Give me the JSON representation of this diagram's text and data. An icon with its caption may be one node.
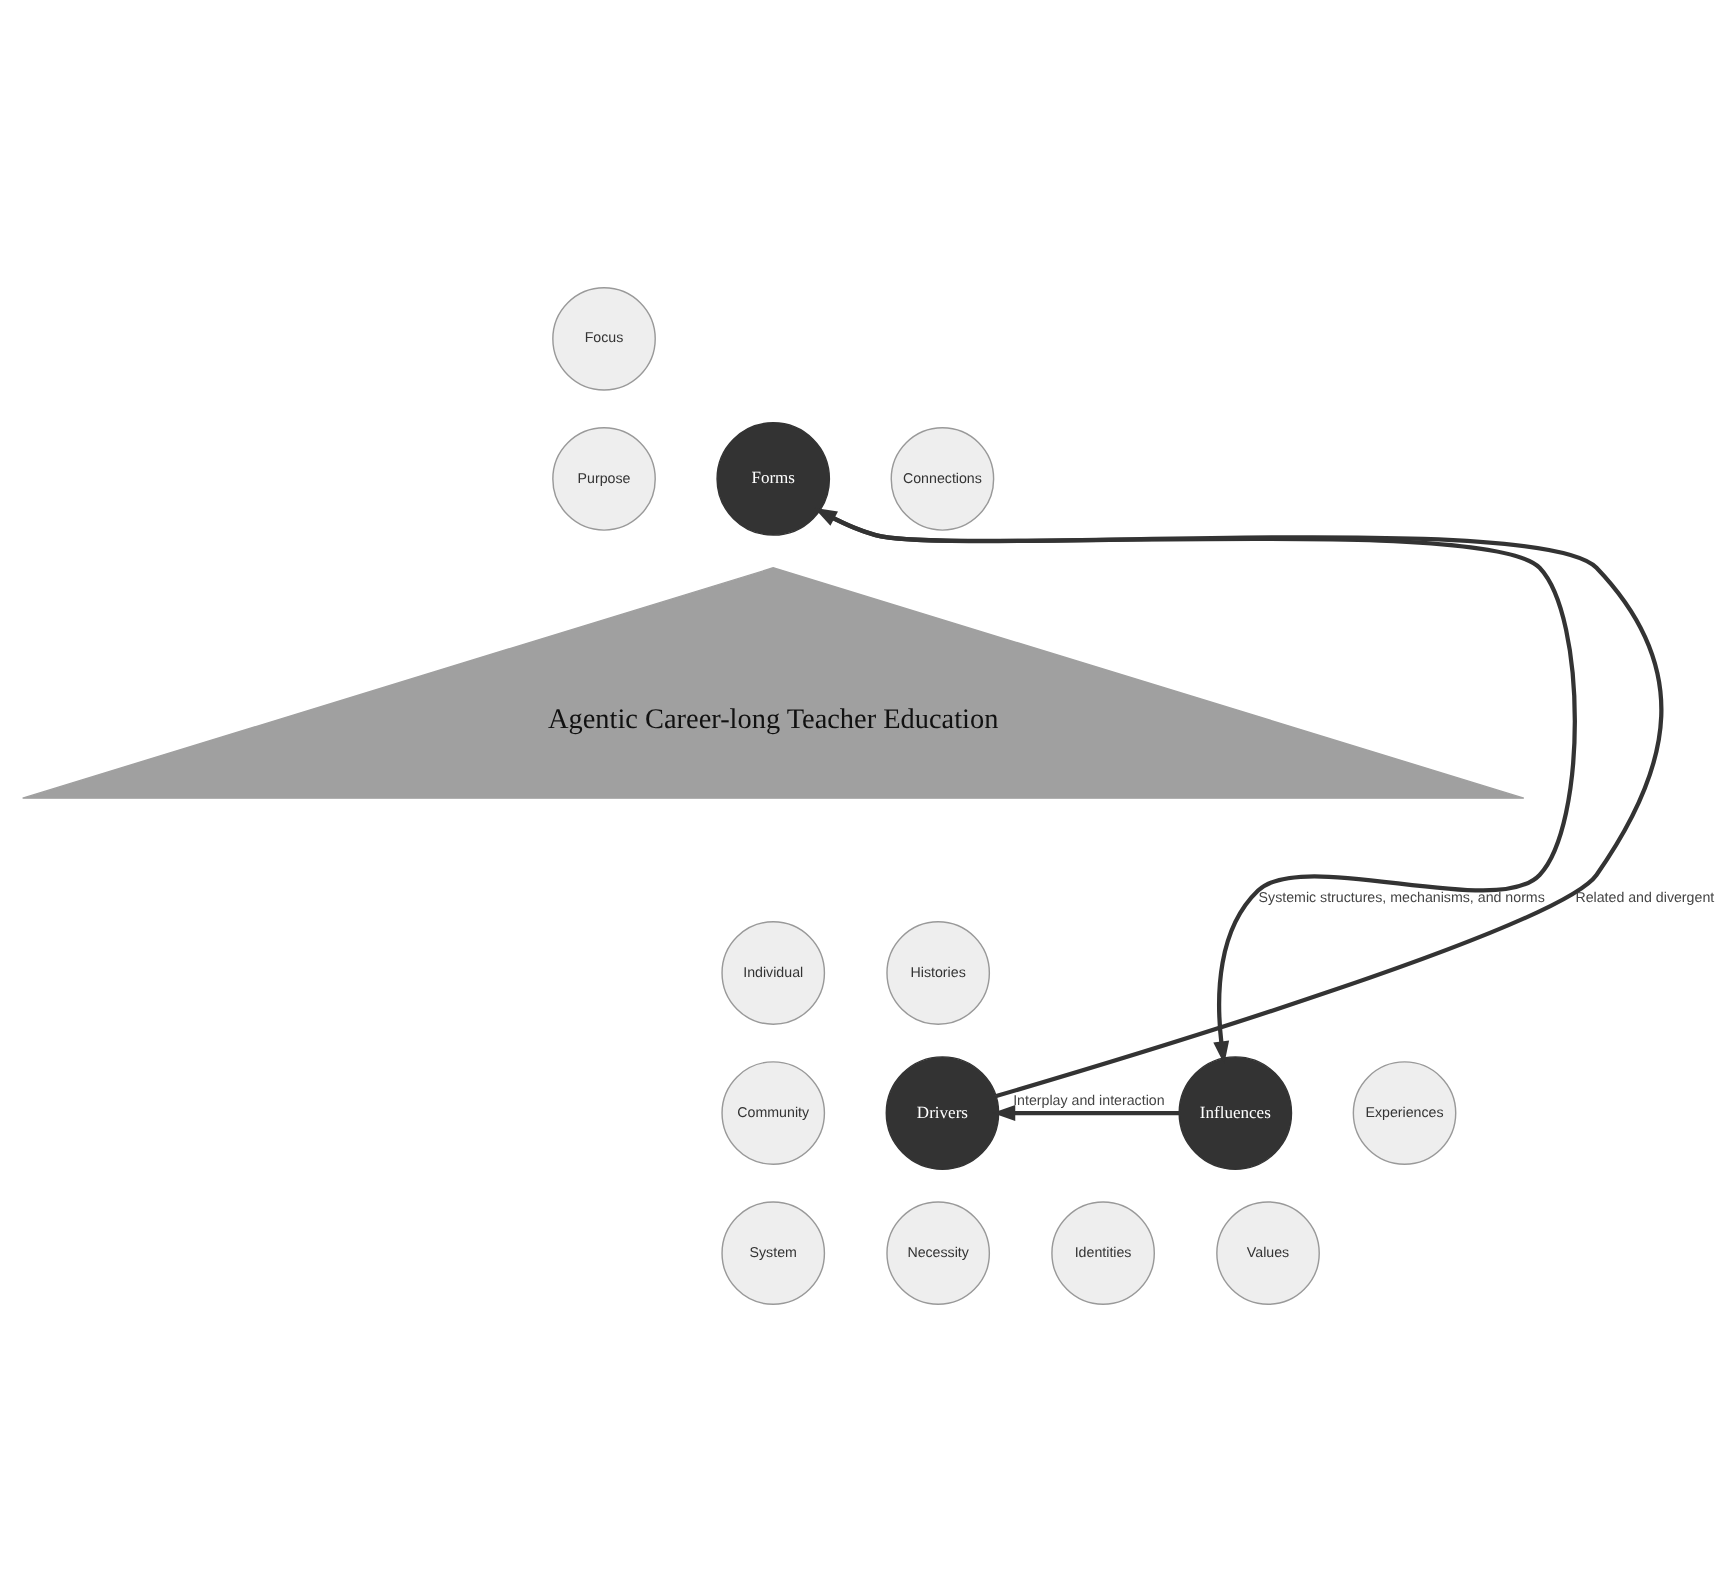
{
  "diagram": {
    "nodes": [
      {
        "text": [
          "Focus"
        ]
      },
      {
        "text": [
          "Purpose"
        ]
      },
      {
        "text": [
          "Connections"
        ]
      },
      {
        "text": [
          "Forms"
        ]
      },
      {
        "text": [
          "Agentic Career-long Teacher Education"
        ]
      },
      {
        "text": [
          "Individual"
        ]
      },
      {
        "text": [
          "Histories"
        ]
      },
      {
        "text": [
          "Community"
        ]
      },
      {
        "text": [
          "Drivers"
        ]
      },
      {
        "text": [
          "Influences"
        ]
      },
      {
        "text": [
          "Experiences"
        ]
      },
      {
        "text": [
          "System"
        ]
      },
      {
        "text": [
          "Values"
        ]
      },
      {
        "text": [
          "Necessity"
        ]
      },
      {
        "text": [
          "Identities"
        ]
      }
    ],
    "edges": [
      {
        "from": 8,
        "to": 3,
        "arrow": "to",
        "label": "Related and divergent"
      },
      {
        "from": 3,
        "to": 9,
        "arrow": "to",
        "label": "Systemic structures, mechanisms, and norms"
      },
      {
        "from": 9,
        "to": 8,
        "arrow": "to",
        "label": "Interplay and interaction"
      }
    ]
  }
}
